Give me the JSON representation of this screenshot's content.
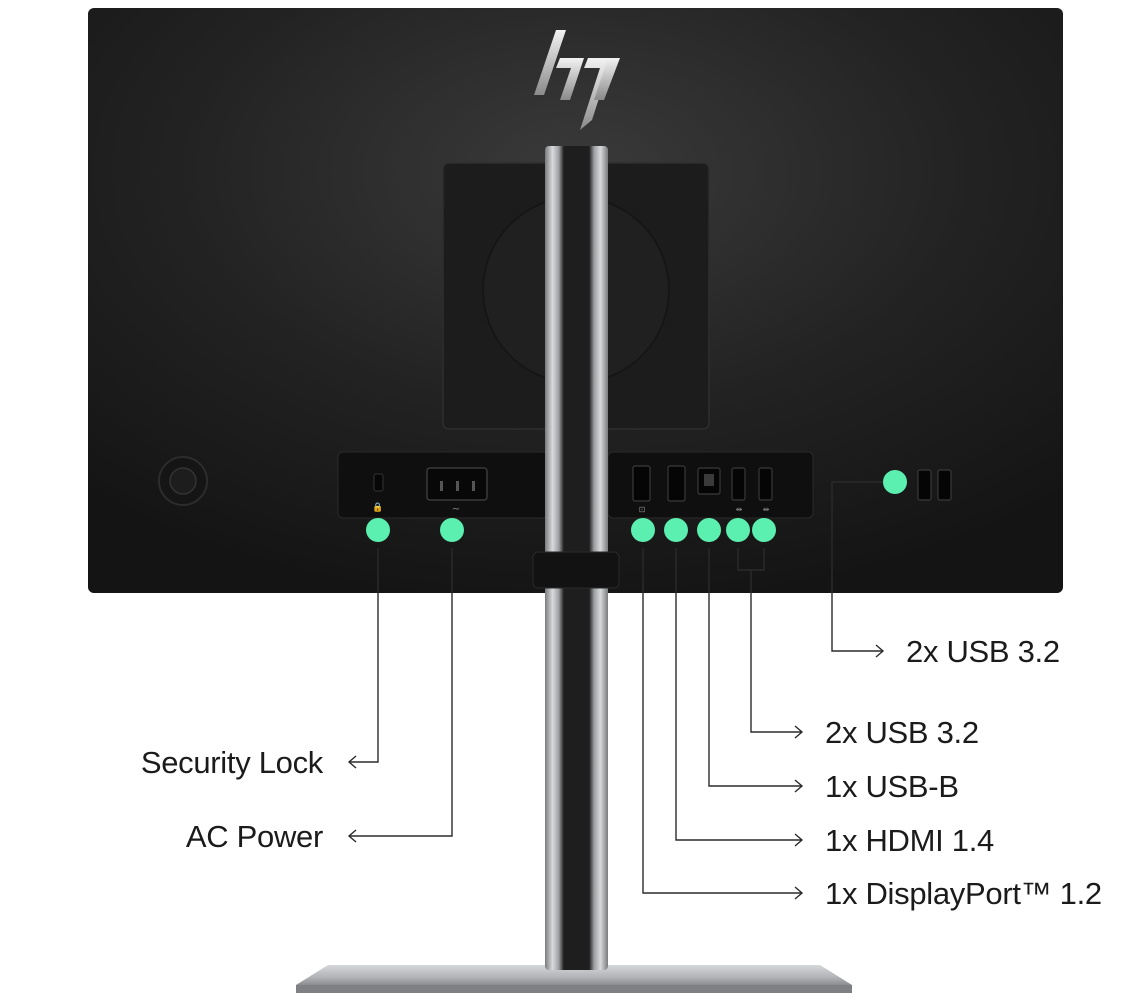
{
  "brand": {
    "logo_text": "hp"
  },
  "colors": {
    "callout_dot": "#5cf0b0",
    "monitor_body": "#1a1a1a",
    "line": "#2b2b2b",
    "stand_silver": "#b9babd"
  },
  "callouts": {
    "usb_side": "2x USB 3.2",
    "usb_rear": "2x USB 3.2",
    "usb_b": "1x USB-B",
    "hdmi": "1x HDMI 1.4",
    "displayport": "1x DisplayPort™ 1.2",
    "security_lock": "Security Lock",
    "ac_power": "AC Power"
  },
  "port_icons": [
    "lock-icon",
    "ac-power-icon",
    "displayport-icon",
    "hdmi-icon",
    "usb-b-icon",
    "usb-icon",
    "usb-icon",
    "usb-icon",
    "usb-icon"
  ]
}
